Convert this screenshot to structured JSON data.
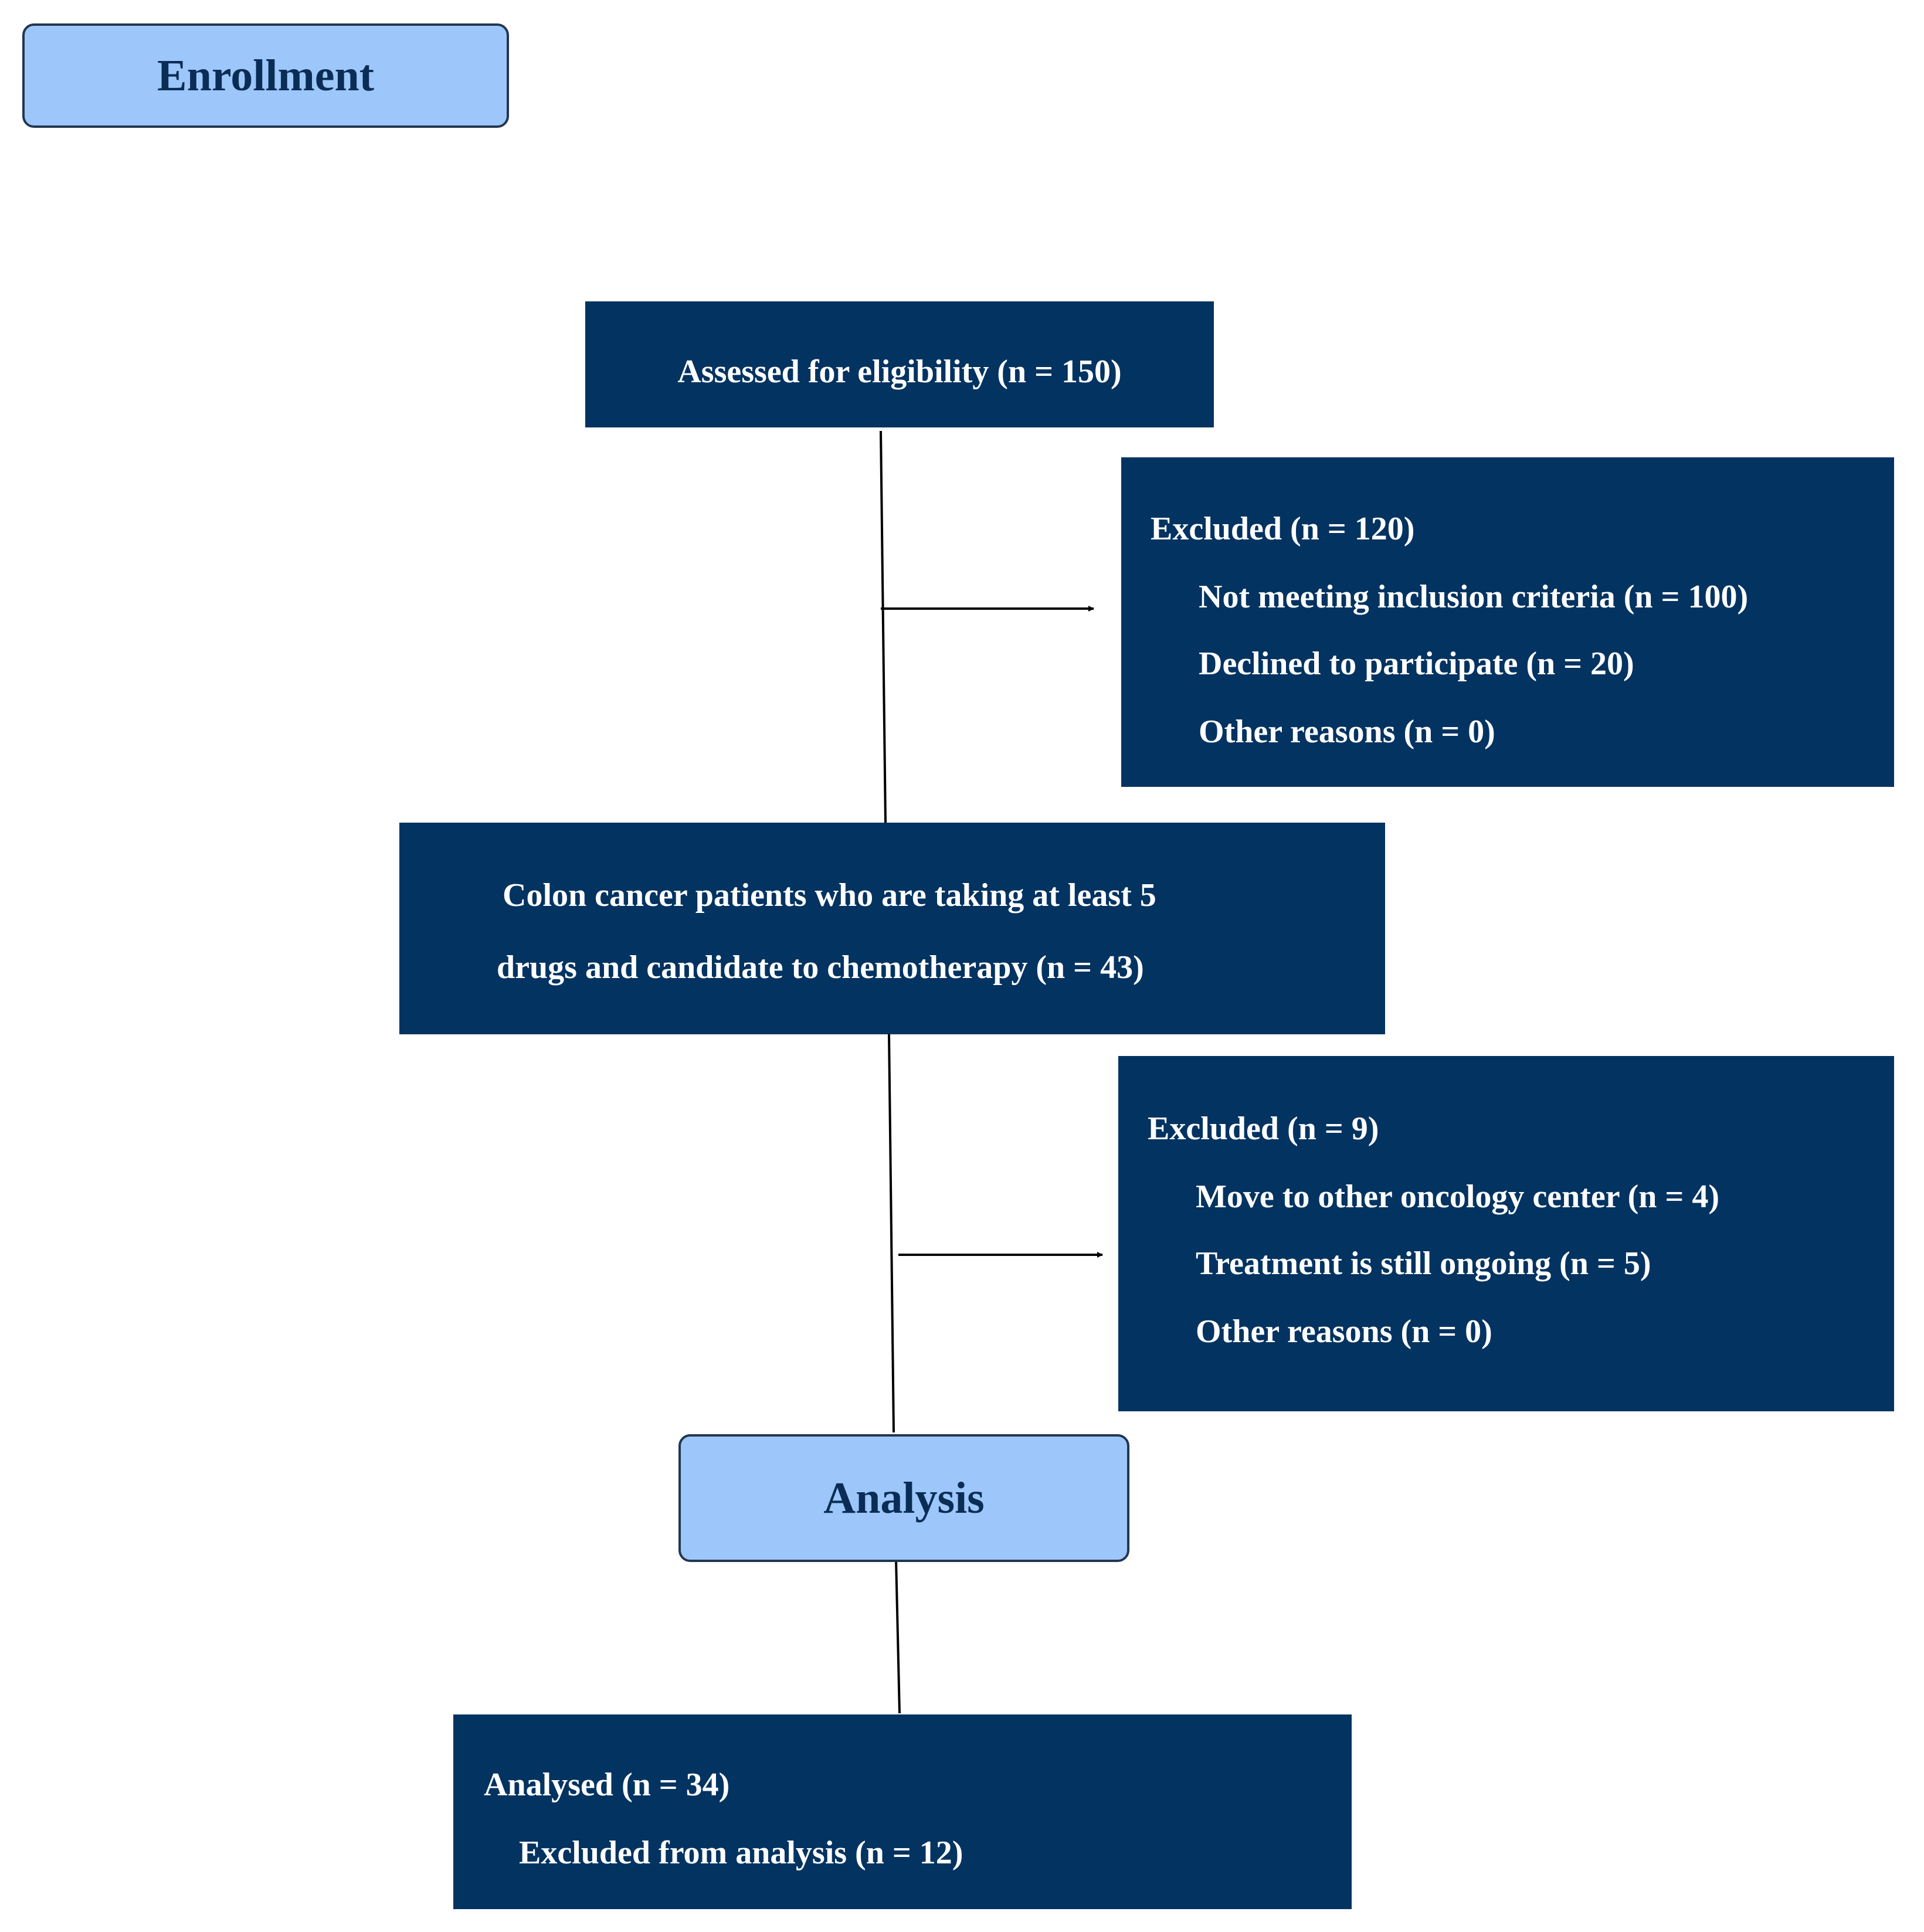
{
  "phases": {
    "enrollment": "Enrollment",
    "analysis": "Analysis"
  },
  "assessed": "Assessed for eligibility (n = 150)",
  "excluded1": {
    "title": "Excluded (n = 120)",
    "items": [
      "Not meeting inclusion criteria (n = 100)",
      "Declined to participate (n = 20)",
      "Other reasons (n = 0)"
    ]
  },
  "candidates": {
    "line1": "Colon cancer patients who are taking at least 5",
    "line2": "drugs and candidate to chemotherapy (n = 43)"
  },
  "excluded2": {
    "title": "Excluded (n = 9)",
    "items": [
      "Move to other oncology center (n = 4)",
      "Treatment is still ongoing (n = 5)",
      "Other reasons (n = 0)"
    ]
  },
  "analysed": {
    "title": "Analysed (n = 34)",
    "items": [
      "Excluded from analysis (n = 12)"
    ]
  },
  "colors": {
    "box_fill": "#033361",
    "phase_fill": "#9dc7fb",
    "phase_text": "#0a2d55",
    "connector": "#000000"
  }
}
